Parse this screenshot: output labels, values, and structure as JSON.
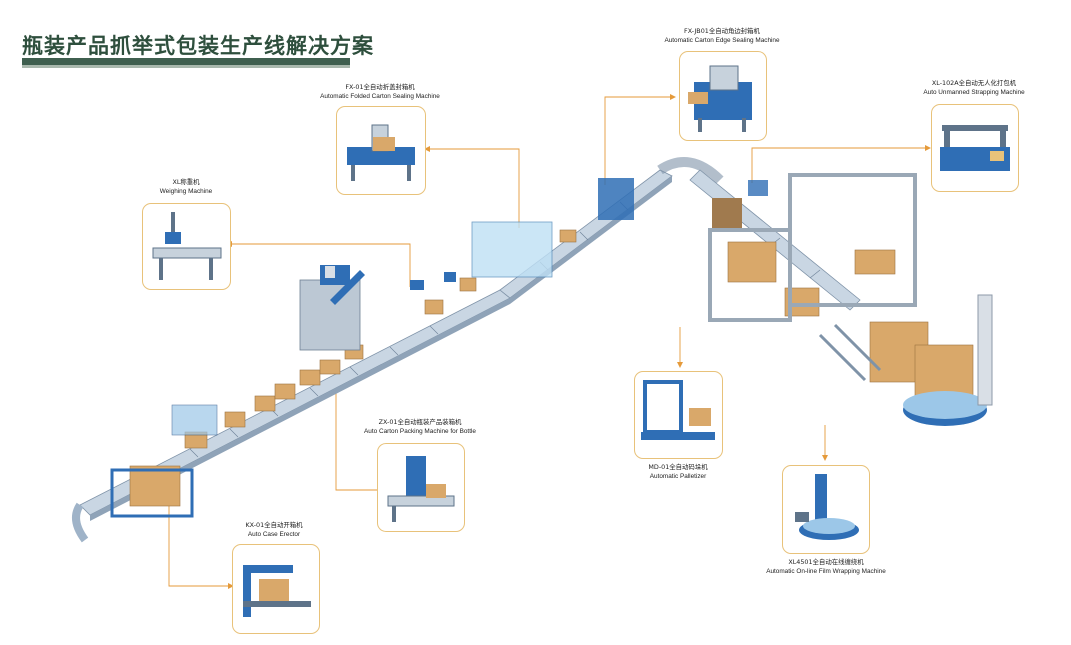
{
  "title": "瓶装产品抓举式包装生产线解决方案",
  "colors": {
    "accent_line": "#e59a3a",
    "box_border": "#e8c27a",
    "title_color": "#2e4f3d",
    "conveyor": "#9fb3c8",
    "machine_blue": "#2f6eb5",
    "carton": "#d9a86a"
  },
  "machines": [
    {
      "id": "fx-jb01",
      "cn": "FX-JB01全自动角边封箱机",
      "en": "Automatic Carton Edge Sealing Machine"
    },
    {
      "id": "fx-01",
      "cn": "FX-01全自动折盖封箱机",
      "en": "Automatic Folded Carton Sealing Machine"
    },
    {
      "id": "xl-102a",
      "cn": "XL-102A全自动无人化打包机",
      "en": "Auto Unmanned Strapping Machine"
    },
    {
      "id": "xl",
      "cn": "XL称重机",
      "en": "Weighing Machine"
    },
    {
      "id": "zx-01",
      "cn": "ZX-01全自动瓶装产品装箱机",
      "en": "Auto Carton Packing Machine for Bottle"
    },
    {
      "id": "md-01",
      "cn": "MD-01全自动码垛机",
      "en": "Automatic Palletizer"
    },
    {
      "id": "kx-01",
      "cn": "KX-01全自动开箱机",
      "en": "Auto Case Erector"
    },
    {
      "id": "xl4501",
      "cn": "XL4501全自动在线缠绕机",
      "en": "Automatic On-line Film Wrapping Machine"
    }
  ]
}
